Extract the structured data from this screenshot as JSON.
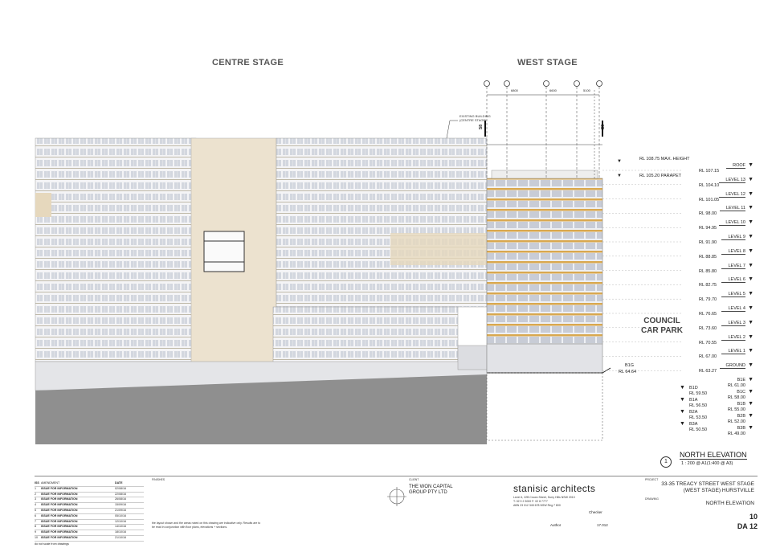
{
  "headings": {
    "centre_stage": "CENTRE STAGE",
    "west_stage": "WEST STAGE",
    "council_car_park": [
      "COUNCIL",
      "CAR PARK"
    ]
  },
  "annotations": {
    "existing_building": [
      "EXISTING BUILDING",
      "(CENTRE STAGE)"
    ],
    "rl_max_height": "RL 108.75 MAX. HEIGHT",
    "rl_parapet": "RL 105.20 PARAPET",
    "section_left": "S8",
    "section_right": "S8",
    "grid_dims": [
      "6800",
      "6600",
      "5100"
    ],
    "rl_ground": "RL 64.64",
    "b1g": "B1G"
  },
  "levels": [
    {
      "name": "ROOF",
      "rl": "RL 107.15"
    },
    {
      "name": "LEVEL 13",
      "rl": "RL 104.10"
    },
    {
      "name": "LEVEL 12",
      "rl": "RL 101.05"
    },
    {
      "name": "LEVEL 11",
      "rl": "RL 98.00"
    },
    {
      "name": "LEVEL 10",
      "rl": "RL 94.95"
    },
    {
      "name": "LEVEL 9",
      "rl": "RL 91.90"
    },
    {
      "name": "LEVEL 8",
      "rl": "RL 88.85"
    },
    {
      "name": "LEVEL 7",
      "rl": "RL 85.80"
    },
    {
      "name": "LEVEL 6",
      "rl": "RL 82.75"
    },
    {
      "name": "LEVEL 5",
      "rl": "RL 79.70"
    },
    {
      "name": "LEVEL 4",
      "rl": "RL 76.65"
    },
    {
      "name": "LEVEL 3",
      "rl": "RL 73.60"
    },
    {
      "name": "LEVEL 2",
      "rl": "RL 70.55"
    },
    {
      "name": "LEVEL 1",
      "rl": "RL 67.00"
    },
    {
      "name": "GROUND",
      "rl": "RL 63.27"
    }
  ],
  "basements_left": [
    {
      "name": "B1D",
      "rl": "RL 59.50"
    },
    {
      "name": "B1A",
      "rl": "RL 56.50"
    },
    {
      "name": "B2A",
      "rl": "RL 53.50"
    },
    {
      "name": "B3A",
      "rl": "RL 50.50"
    }
  ],
  "basements_right": [
    {
      "name": "B1E",
      "rl": "RL 61.00"
    },
    {
      "name": "B1C",
      "rl": "RL 58.00"
    },
    {
      "name": "B1B",
      "rl": "RL 55.00"
    },
    {
      "name": "B2B",
      "rl": "RL 52.00"
    },
    {
      "name": "B3B",
      "rl": "RL 49.00"
    }
  ],
  "drawing_title": {
    "number": "1",
    "name": "NORTH ELEVATION",
    "scale": "1 : 200 @ A1(1:400 @ A3)"
  },
  "issues": {
    "headers": [
      "ISS",
      "AMENDMENT",
      "DATE"
    ],
    "rows": [
      [
        "1",
        "ISSUE FOR INFORMATION",
        "02/08/16"
      ],
      [
        "2",
        "ISSUE FOR INFORMATION",
        "22/08/16"
      ],
      [
        "3",
        "ISSUE FOR INFORMATION",
        "26/08/16"
      ],
      [
        "4",
        "ISSUE FOR INFORMATION",
        "15/09/16"
      ],
      [
        "5",
        "ISSUE FOR INFORMATION",
        "21/09/16"
      ],
      [
        "6",
        "ISSUE FOR INFORMATION",
        "05/10/16"
      ],
      [
        "7",
        "ISSUE FOR INFORMATION",
        "12/10/16"
      ],
      [
        "8",
        "ISSUE FOR INFORMATION",
        "14/10/16"
      ],
      [
        "9",
        "ISSUE FOR INFORMATION",
        "18/10/16"
      ],
      [
        "10",
        "ISSUE FOR INFORMATION",
        "21/10/16"
      ]
    ],
    "note": "do not scale from drawings"
  },
  "finishes_heading": "FINISHES",
  "finishes_note": "the layout shown and the areas noted on this drawing are indicative only. Results are to be read in conjunction with floor plans, elevations + sections.",
  "client": {
    "label": "CLIENT",
    "name": [
      "THE WON CAPITAL",
      "GROUP PTY LTD"
    ]
  },
  "architect": {
    "name": "stanisic architects",
    "address": [
      "Level 4, 22B Crown Street, Surry Hills NSW 2010",
      "T: 02 9 2 3000   F: 02 8 7777",
      "ABN 23 012 345 678   NSW Reg 7 800"
    ]
  },
  "project": {
    "label": "PROJECT",
    "name": [
      "33-35 TREACY STREET WEST STAGE",
      "(WEST STAGE) HURSTVILLE"
    ]
  },
  "drawing": {
    "label": "DRAWING",
    "name": "NORTH ELEVATION"
  },
  "checked": "Checker",
  "author": "Author",
  "job_no": "17.012",
  "issue": "10",
  "dwg_no": "DA 12"
}
